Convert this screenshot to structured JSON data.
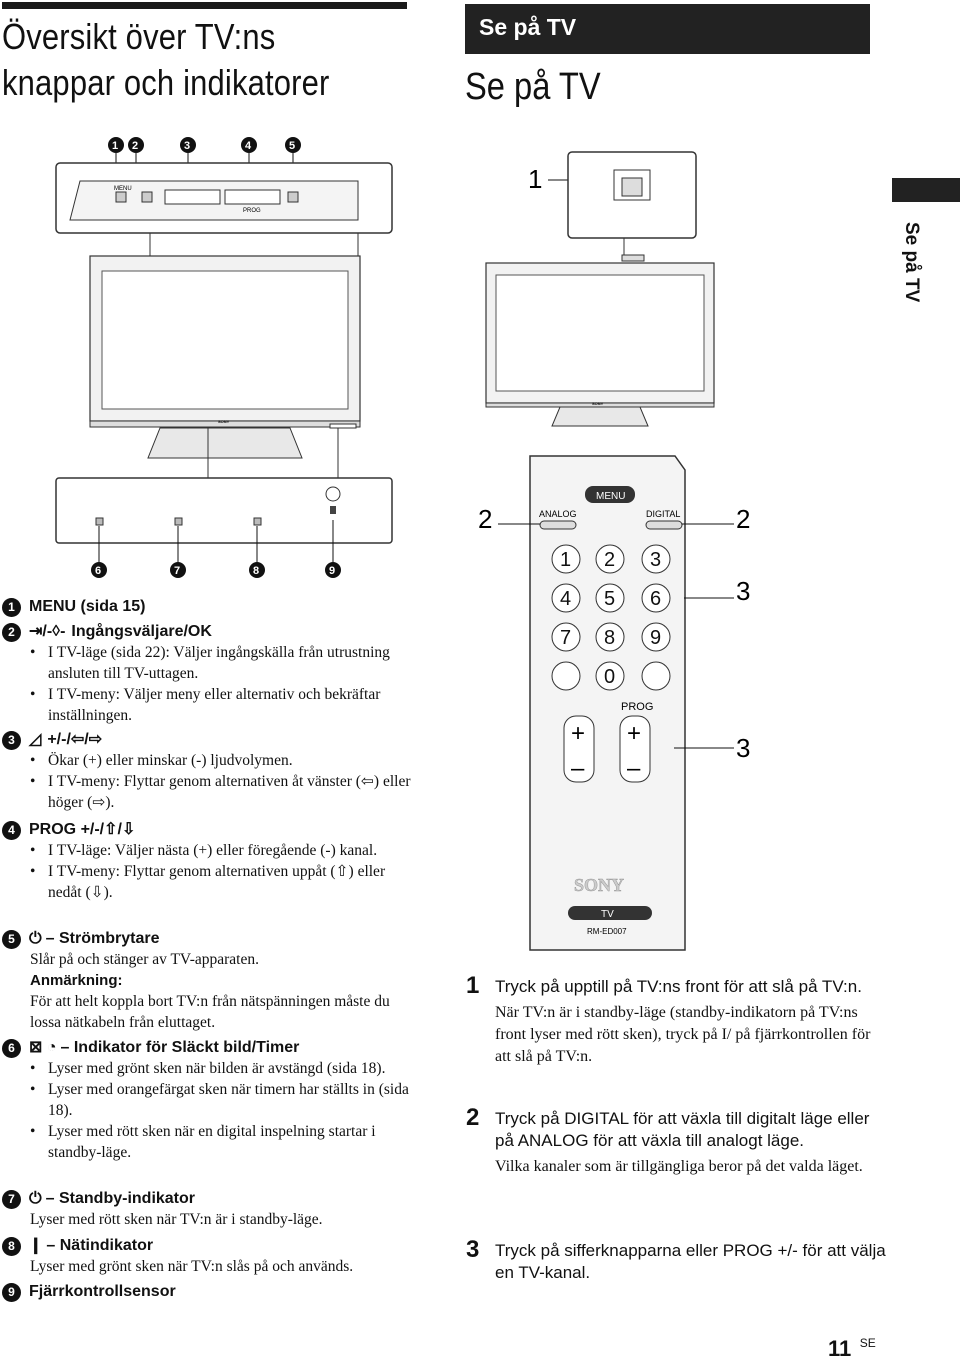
{
  "left_title": "Översikt över TV:ns knappar och indikatorer",
  "section_label": "Se på TV",
  "right_title": "Se på TV",
  "side_tab": "Se på TV",
  "callouts_top": [
    "1",
    "2",
    "3",
    "4",
    "5"
  ],
  "callouts_bottom": [
    "6",
    "7",
    "8",
    "9"
  ],
  "tv_panel_labels": {
    "menu": "MENU",
    "prog": "PROG"
  },
  "items": [
    {
      "num": "1",
      "heading": "MENU (sida 15)",
      "bullets": [],
      "text": []
    },
    {
      "num": "2",
      "heading": "Ingångsväljare/OK",
      "bullets": [
        "I TV-läge (sida 22): Väljer ingångskälla från utrustning ansluten till TV-uttagen.",
        "I TV-meny: Väljer meny eller alternativ och bekräftar inställningen."
      ],
      "text": []
    },
    {
      "num": "3",
      "heading": "+/-",
      "bullets": [
        "Ökar (+) eller minskar (-) ljudvolymen.",
        "I TV-meny: Flyttar genom alternativen åt vänster (⇦) eller höger (⇨)."
      ],
      "text": []
    },
    {
      "num": "4",
      "heading": "PROG +/-/⇧/⇩",
      "bullets": [
        "I TV-läge: Väljer nästa (+) eller föregående (-) kanal.",
        "I TV-meny: Flyttar genom alternativen uppåt (⇧) eller nedåt (⇩)."
      ],
      "text": []
    },
    {
      "num": "5",
      "heading": "– Strömbrytare",
      "bullets": [],
      "text": [
        "Slår på och stänger av TV-apparaten.",
        "Anmärkning:",
        "För att helt koppla bort TV:n från nätspänningen måste du lossa nätkabeln från eluttaget."
      ]
    },
    {
      "num": "6",
      "heading": "– Indikator för Släckt bild/Timer",
      "bullets": [
        "Lyser med grönt sken när bilden är avstängd (sida 18).",
        "Lyser med orangefärgat sken när timern har ställts in (sida 18).",
        "Lyser med rött sken när en digital inspelning startar i standby-läge."
      ],
      "text": []
    },
    {
      "num": "7",
      "heading": "– Standby-indikator",
      "bullets": [],
      "text": [
        "Lyser med rött sken när TV:n är i standby-läge."
      ]
    },
    {
      "num": "8",
      "heading": "– Nätindikator",
      "bullets": [],
      "text": [
        "Lyser med grönt sken när TV:n slås på och används."
      ]
    },
    {
      "num": "9",
      "heading": "Fjärrkontrollsensor",
      "bullets": [],
      "text": []
    }
  ],
  "diagram_numbers": {
    "tv": "1",
    "analog_digital": "2",
    "numbers": "3",
    "prog": "3"
  },
  "remote": {
    "menu": "MENU",
    "analog": "ANALOG",
    "digital": "DIGITAL",
    "keys": [
      "1",
      "2",
      "3",
      "4",
      "5",
      "6",
      "7",
      "8",
      "9",
      "0"
    ],
    "prog": "PROG",
    "plus": "+",
    "minus": "–",
    "brand": "SONY",
    "tv": "TV",
    "model": "RM-ED007"
  },
  "steps": [
    {
      "num": "1",
      "main": "Tryck på upptill på TV:ns front för att slå på TV:n.",
      "sub": "När TV:n är i standby-läge (standby-indikatorn på TV:ns front lyser med rött sken), tryck på I/ på fjärrkontrollen för att slå på TV:n."
    },
    {
      "num": "2",
      "main": "Tryck på DIGITAL för att växla till digitalt läge eller på ANALOG för att växla till analogt läge.",
      "sub": "Vilka kanaler som är tillgängliga beror på det valda läget."
    },
    {
      "num": "3",
      "main": "Tryck på sifferknapparna eller PROG +/- för att välja en TV-kanal.",
      "sub": ""
    }
  ],
  "page_number": "11",
  "page_lang": "SE"
}
